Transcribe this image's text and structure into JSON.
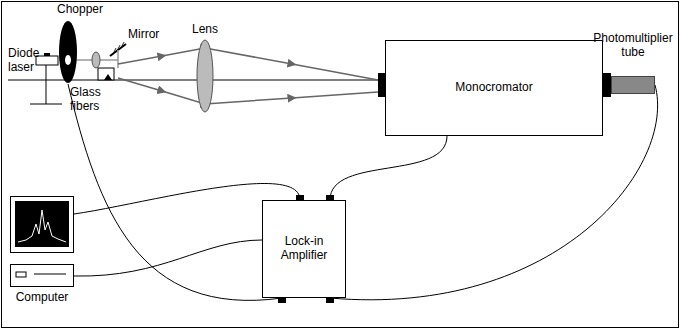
{
  "diagram": {
    "nodes": [
      {
        "text": [
          "Chopper"
        ]
      },
      {
        "text": [
          "Monocromator"
        ]
      },
      {
        "text": [
          "Photomultiplier tube"
        ]
      },
      {
        "text": [
          "Lock-in Amplifier"
        ]
      },
      {
        "text": [
          "Computer"
        ]
      }
    ],
    "edges": [
      {
        "from": 0,
        "to": 3,
        "arrow": "none"
      },
      {
        "from": 1,
        "to": 3,
        "arrow": "none"
      },
      {
        "from": 2,
        "to": 3,
        "arrow": "none"
      },
      {
        "from": 4,
        "to": 3,
        "arrow": "none"
      },
      {
        "from": 4,
        "to": 3,
        "arrow": "none"
      }
    ],
    "labels": [
      "Diode laser",
      "Mirror",
      "Lens",
      "Glass fibers"
    ]
  }
}
